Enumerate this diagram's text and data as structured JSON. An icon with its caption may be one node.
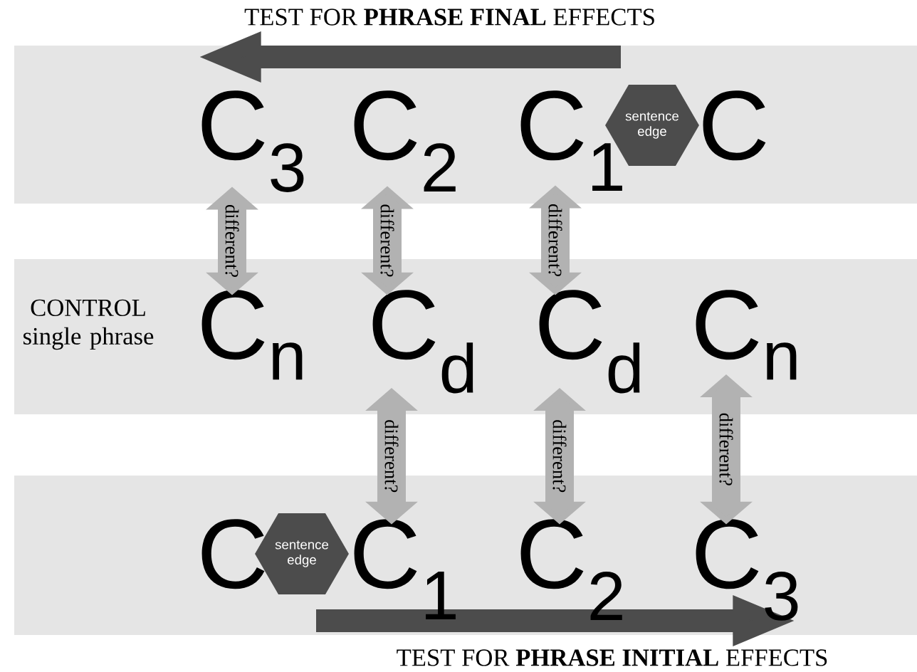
{
  "diagram": {
    "title": "TEST FOR **PHRASE FINAL** EFFECTS",
    "caption": "TEST FOR **PHRASE INITIAL** EFFECTS",
    "nodes": [
      {
        "text": [
          "C$_{3}$"
        ]
      },
      {
        "text": [
          "C$_{2}$"
        ]
      },
      {
        "text": [
          "C$_{1}$"
        ]
      },
      {
        "text": [
          "sentence edge"
        ]
      },
      {
        "text": [
          "C"
        ]
      },
      {
        "text": [
          "C$_{n}$"
        ]
      },
      {
        "text": [
          "C$_{d}$"
        ]
      },
      {
        "text": [
          "C$_{d}$"
        ]
      },
      {
        "text": [
          "C$_{n}$"
        ]
      },
      {
        "text": [
          "C"
        ]
      },
      {
        "text": [
          "sentence edge"
        ]
      },
      {
        "text": [
          "C$_{1}$"
        ]
      },
      {
        "text": [
          "C$_{2}$"
        ]
      },
      {
        "text": [
          "C$_{3}$"
        ]
      }
    ],
    "edges": [
      {
        "from": 0,
        "to": 5,
        "arrow": "both",
        "label": "different?"
      },
      {
        "from": 1,
        "to": 6,
        "arrow": "both",
        "label": "different?"
      },
      {
        "from": 2,
        "to": 7,
        "arrow": "both",
        "label": "different?"
      },
      {
        "from": 6,
        "to": 11,
        "arrow": "both",
        "label": "different?"
      },
      {
        "from": 7,
        "to": 12,
        "arrow": "both",
        "label": "different?"
      },
      {
        "from": 8,
        "to": 13,
        "arrow": "both",
        "label": "different?"
      }
    ],
    "labels": [
      "CONTROL single phrase"
    ]
  }
}
